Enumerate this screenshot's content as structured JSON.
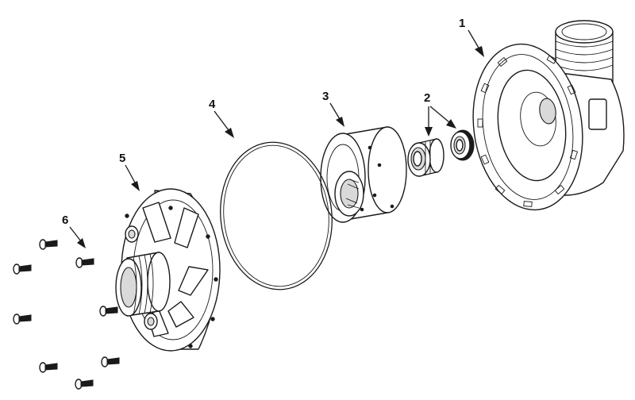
{
  "callouts": {
    "c1": "1",
    "c2": "2",
    "c3": "3",
    "c4": "4",
    "c5": "5",
    "c6": "6"
  },
  "colors": {
    "line": "#1a1a1a",
    "background": "#ffffff",
    "shade": "#d9d9d9"
  }
}
